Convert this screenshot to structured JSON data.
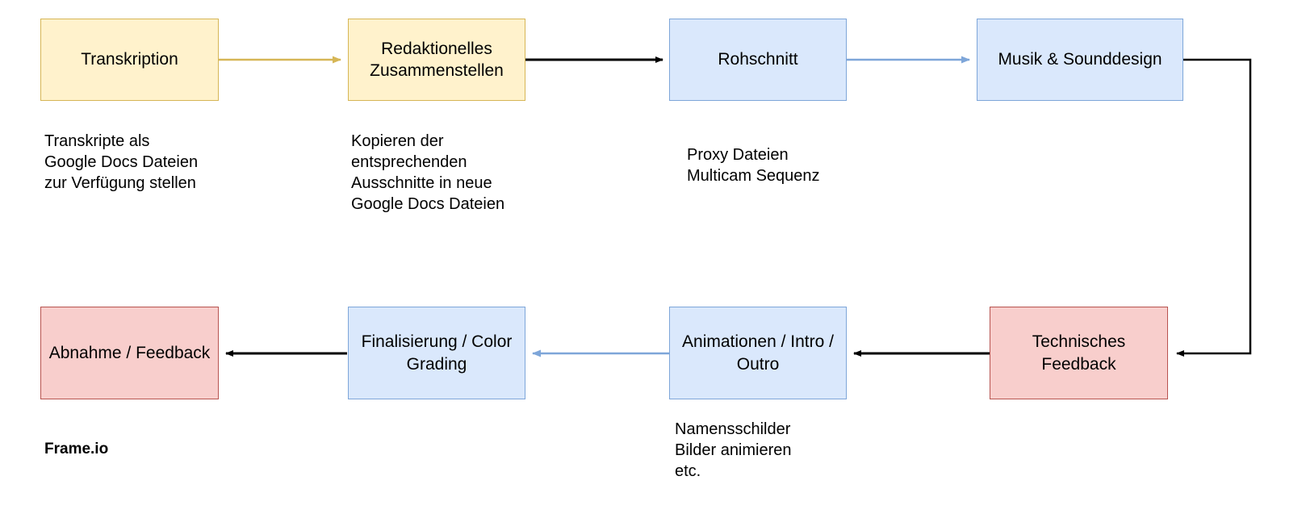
{
  "diagram": {
    "type": "flowchart",
    "title_text": "",
    "background": "#ffffff",
    "palette": {
      "yellow_fill": "#fff2cc",
      "yellow_stroke": "#d6b656",
      "blue_fill": "#dae8fc",
      "blue_stroke": "#7ea6d9",
      "red_fill": "#f8cecc",
      "red_stroke": "#b85450",
      "arrow_black": "#000000",
      "arrow_tan": "#d6b656",
      "arrow_blue": "#7ea6d9"
    },
    "nodes": [
      {
        "id": "transkription",
        "label": "Transkription",
        "color": "yellow"
      },
      {
        "id": "redaktionelles",
        "label": "Redaktionelles\nZusammenstellen",
        "color": "yellow"
      },
      {
        "id": "rohschnitt",
        "label": "Rohschnitt",
        "color": "blue"
      },
      {
        "id": "musik",
        "label": "Musik & Sounddesign",
        "color": "blue"
      },
      {
        "id": "technisches",
        "label": "Technisches\nFeedback",
        "color": "red"
      },
      {
        "id": "animationen",
        "label": "Animationen / Intro /\nOutro",
        "color": "blue"
      },
      {
        "id": "finalisierung",
        "label": "Finalisierung /\nColor Grading",
        "color": "blue"
      },
      {
        "id": "abnahme",
        "label": "Abnahme /\nFeedback",
        "color": "red"
      }
    ],
    "notes": [
      {
        "id": "note-transkription",
        "text": "Transkripte als\nGoogle Docs Dateien\nzur Verfügung stellen"
      },
      {
        "id": "note-redaktionelles",
        "text": "Kopieren der\nentsprechenden\nAusschnitte in neue\nGoogle Docs Dateien"
      },
      {
        "id": "note-rohschnitt",
        "text": "Proxy Dateien\nMulticam Sequenz"
      },
      {
        "id": "note-animationen",
        "text": "Namensschilder\nBilder animieren\netc."
      },
      {
        "id": "note-abnahme",
        "text": "Frame.io"
      }
    ],
    "edges": [
      {
        "id": "edge-transkription-redaktionelles",
        "from": "transkription",
        "to": "redaktionelles",
        "color": "arrow_tan"
      },
      {
        "id": "edge-redaktionelles-rohschnitt",
        "from": "redaktionelles",
        "to": "rohschnitt",
        "color": "arrow_black"
      },
      {
        "id": "edge-rohschnitt-musik",
        "from": "rohschnitt",
        "to": "musik",
        "color": "arrow_blue"
      },
      {
        "id": "edge-musik-technisches",
        "from": "musik",
        "to": "technisches",
        "color": "arrow_black"
      },
      {
        "id": "edge-technisches-animationen",
        "from": "technisches",
        "to": "animationen",
        "color": "arrow_black"
      },
      {
        "id": "edge-animationen-finalisierung",
        "from": "animationen",
        "to": "finalisierung",
        "color": "arrow_blue"
      },
      {
        "id": "edge-finalisierung-abnahme",
        "from": "finalisierung",
        "to": "abnahme",
        "color": "arrow_black"
      }
    ]
  }
}
